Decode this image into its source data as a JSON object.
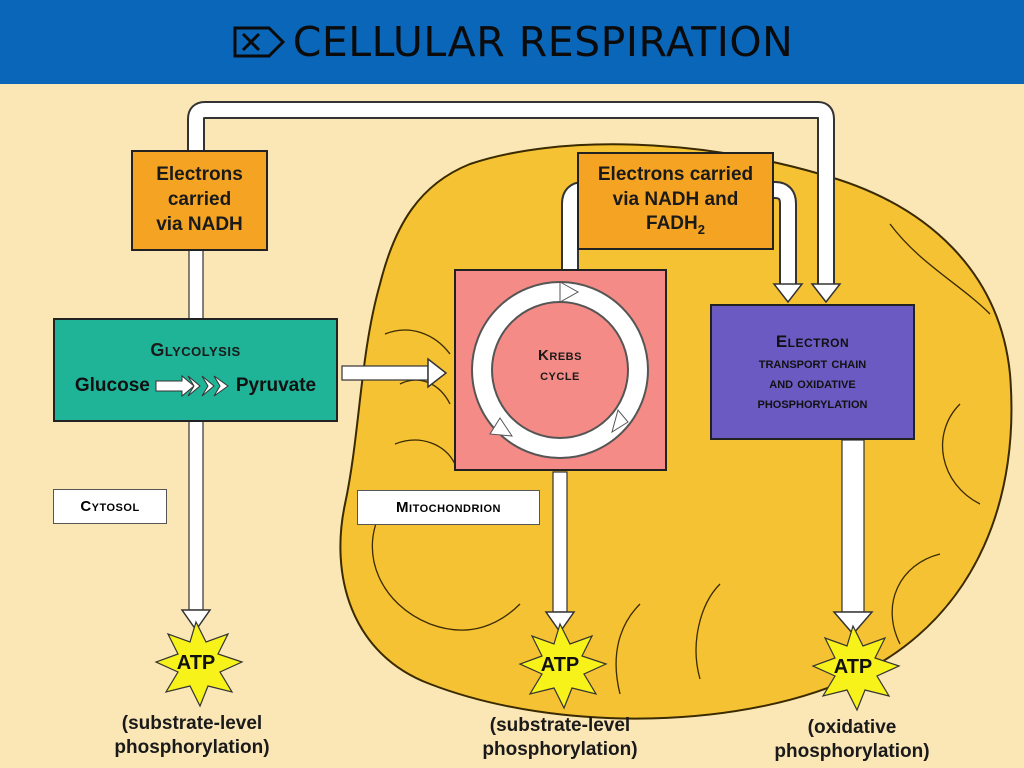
{
  "header": {
    "title": "CELLULAR RESPIRATION",
    "icon": "x-box-arrow-icon",
    "background": "#0a66b8"
  },
  "diagram": {
    "colors": {
      "mitochondrion": "#f5c233",
      "glycolysis": "#1fb397",
      "krebs": "#f58b86",
      "etc": "#6b5ac1",
      "electrons": "#f4a422",
      "atp_star": "#f7f21a",
      "background": "#fbe6b6"
    },
    "electrons_nadh": {
      "line1": "Electrons",
      "line2": "carried",
      "line3": "via NADH"
    },
    "electrons_nadh_fadh": {
      "line1": "Electrons carried",
      "line2": "via NADH and",
      "line3": "FADH",
      "subscript": "2"
    },
    "glycolysis": {
      "title": "Glycolysis",
      "glucose": "Glucose",
      "pyruvate": "Pyruvate"
    },
    "krebs": {
      "line1": "Krebs",
      "line2": "cycle"
    },
    "etc": {
      "line1": "Electron",
      "line2": "transport chain",
      "line3": "and oxidative",
      "line4": "phosphorylation"
    },
    "cytosol": "Cytosol",
    "mitochondrion": "Mitochondrion",
    "atp": [
      {
        "label": "ATP",
        "caption1": "(substrate-level",
        "caption2": "phosphorylation)"
      },
      {
        "label": "ATP",
        "caption1": "(substrate-level",
        "caption2": "phosphorylation)"
      },
      {
        "label": "ATP",
        "caption1": "(oxidative",
        "caption2": "phosphorylation)"
      }
    ]
  }
}
